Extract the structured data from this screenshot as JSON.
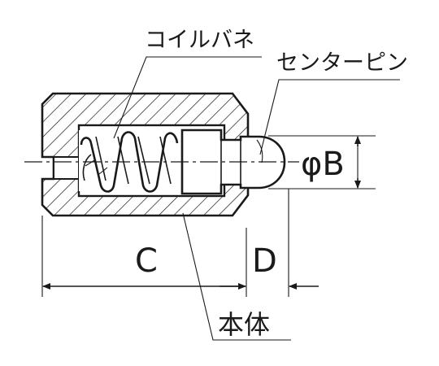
{
  "labels": {
    "coil_spring": "コイルバネ",
    "center_pin": "センターピン",
    "body": "本体",
    "dim_b": "φB",
    "dim_c": "C",
    "dim_d": "D"
  }
}
